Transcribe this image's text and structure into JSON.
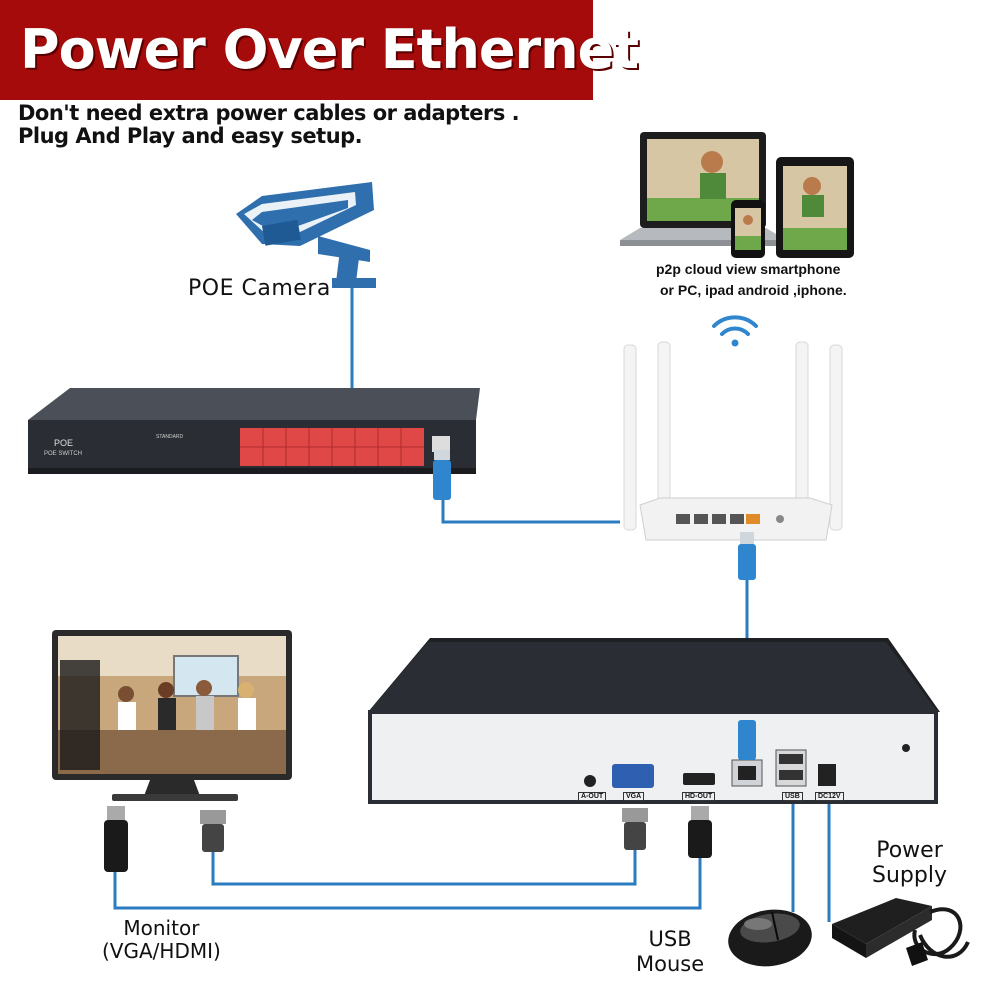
{
  "header": {
    "title": "Power Over Ethernet",
    "subtitle_line1": "Don't need extra power cables or adapters .",
    "subtitle_line2": "Plug And Play and easy setup."
  },
  "camera": {
    "label": "POE Camera"
  },
  "cloud": {
    "line1": "p2p cloud  view smartphone",
    "line2": "or PC, ipad android ,iphone."
  },
  "switch": {
    "brand": "POE",
    "model": "POE SWITCH",
    "standard": "STANDARD"
  },
  "nvr": {
    "ports": {
      "aout": "A-OUT",
      "vga": "VGA",
      "hdout": "HD-OUT",
      "usb": "USB",
      "dc": "DC12V"
    }
  },
  "monitor": {
    "line1": "Monitor",
    "line2": "(VGA/HDMI)"
  },
  "mouse": {
    "line1": "USB",
    "line2": "Mouse"
  },
  "power": {
    "line1": "Power",
    "line2": "Supply"
  },
  "colors": {
    "banner": "#a50b0b",
    "cable": "#2b7bc0",
    "plug": "#2f86cf",
    "switch_ports": "#e04848"
  }
}
